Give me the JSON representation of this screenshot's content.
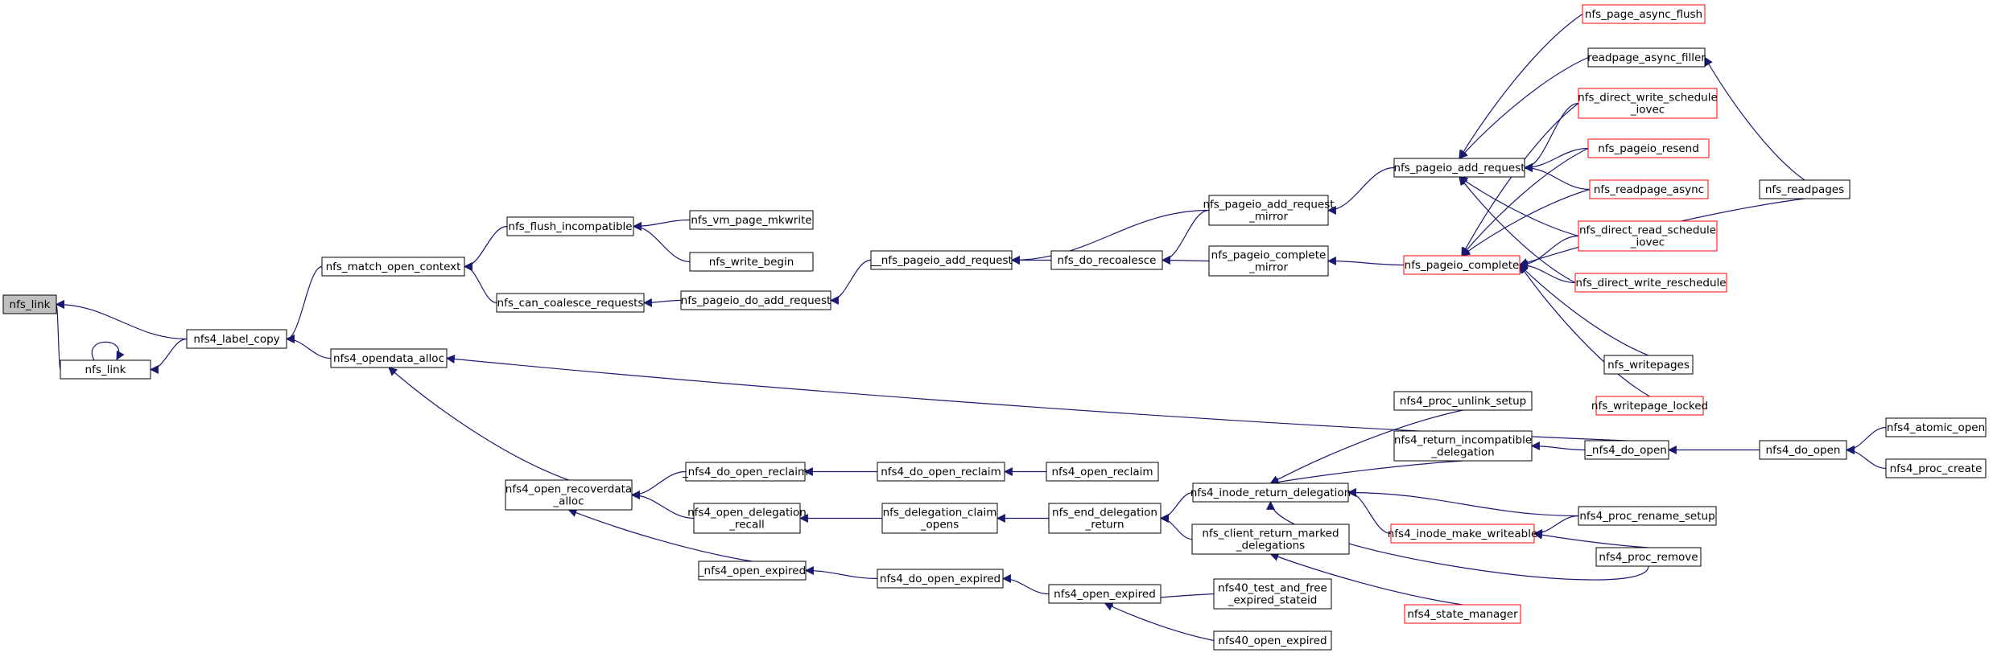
{
  "colors": {
    "edge": "#191970",
    "node_border": "#000000",
    "node_border_truncated": "#ff0000",
    "node_fill": "#ffffff",
    "root_fill": "#bfbfbf"
  },
  "nodes": [
    {
      "id": "root",
      "lines": [
        "nfs_link"
      ],
      "style": "root"
    },
    {
      "id": "nfs_link2",
      "lines": [
        "nfs_link"
      ],
      "style": "normal"
    },
    {
      "id": "label_copy",
      "lines": [
        "nfs4_label_copy"
      ],
      "style": "normal"
    },
    {
      "id": "match_ctx",
      "lines": [
        "nfs_match_open_context"
      ],
      "style": "normal"
    },
    {
      "id": "opendata_alloc",
      "lines": [
        "nfs4_opendata_alloc"
      ],
      "style": "normal"
    },
    {
      "id": "flush_incompat",
      "lines": [
        "nfs_flush_incompatible"
      ],
      "style": "normal"
    },
    {
      "id": "can_coalesce",
      "lines": [
        "nfs_can_coalesce_requests"
      ],
      "style": "normal"
    },
    {
      "id": "vm_mkwrite",
      "lines": [
        "nfs_vm_page_mkwrite"
      ],
      "style": "normal"
    },
    {
      "id": "write_begin",
      "lines": [
        "nfs_write_begin"
      ],
      "style": "normal"
    },
    {
      "id": "do_add_req",
      "lines": [
        "nfs_pageio_do_add_request"
      ],
      "style": "normal"
    },
    {
      "id": "__add_req",
      "lines": [
        "__nfs_pageio_add_request"
      ],
      "style": "normal"
    },
    {
      "id": "do_recoalesce",
      "lines": [
        "nfs_do_recoalesce"
      ],
      "style": "normal"
    },
    {
      "id": "add_req_mirror",
      "lines": [
        "nfs_pageio_add_request",
        "_mirror"
      ],
      "style": "normal"
    },
    {
      "id": "complete_mirror",
      "lines": [
        "nfs_pageio_complete",
        "_mirror"
      ],
      "style": "normal"
    },
    {
      "id": "add_req",
      "lines": [
        "nfs_pageio_add_request"
      ],
      "style": "normal"
    },
    {
      "id": "complete",
      "lines": [
        "nfs_pageio_complete"
      ],
      "style": "truncated"
    },
    {
      "id": "async_flush",
      "lines": [
        "nfs_page_async_flush"
      ],
      "style": "truncated"
    },
    {
      "id": "async_filler",
      "lines": [
        "readpage_async_filler"
      ],
      "style": "normal"
    },
    {
      "id": "dw_sched_iovec",
      "lines": [
        "nfs_direct_write_schedule",
        "_iovec"
      ],
      "style": "truncated"
    },
    {
      "id": "resend",
      "lines": [
        "nfs_pageio_resend"
      ],
      "style": "truncated"
    },
    {
      "id": "readpage_async",
      "lines": [
        "nfs_readpage_async"
      ],
      "style": "truncated"
    },
    {
      "id": "dr_sched_iovec",
      "lines": [
        "nfs_direct_read_schedule",
        "_iovec"
      ],
      "style": "truncated"
    },
    {
      "id": "dw_resched",
      "lines": [
        "nfs_direct_write_reschedule"
      ],
      "style": "truncated"
    },
    {
      "id": "writepages",
      "lines": [
        "nfs_writepages"
      ],
      "style": "normal"
    },
    {
      "id": "writepage_locked",
      "lines": [
        "nfs_writepage_locked"
      ],
      "style": "truncated"
    },
    {
      "id": "readpages",
      "lines": [
        "nfs_readpages"
      ],
      "style": "normal"
    },
    {
      "id": "open_recover",
      "lines": [
        "nfs4_open_recoverdata",
        "_alloc"
      ],
      "style": "normal"
    },
    {
      "id": "_do_open_reclaim",
      "lines": [
        "_nfs4_do_open_reclaim"
      ],
      "style": "normal"
    },
    {
      "id": "open_deleg_recall",
      "lines": [
        "nfs4_open_delegation",
        "_recall"
      ],
      "style": "normal"
    },
    {
      "id": "_open_expired",
      "lines": [
        "_nfs4_open_expired"
      ],
      "style": "normal"
    },
    {
      "id": "do_open_reclaim",
      "lines": [
        "nfs4_do_open_reclaim"
      ],
      "style": "normal"
    },
    {
      "id": "deleg_claim",
      "lines": [
        "nfs_delegation_claim",
        "_opens"
      ],
      "style": "normal"
    },
    {
      "id": "do_open_expired",
      "lines": [
        "nfs4_do_open_expired"
      ],
      "style": "normal"
    },
    {
      "id": "open_reclaim",
      "lines": [
        "nfs4_open_reclaim"
      ],
      "style": "normal"
    },
    {
      "id": "end_deleg",
      "lines": [
        "nfs_end_delegation",
        "_return"
      ],
      "style": "normal"
    },
    {
      "id": "open_expired",
      "lines": [
        "nfs4_open_expired"
      ],
      "style": "normal"
    },
    {
      "id": "inode_return",
      "lines": [
        "nfs4_inode_return_delegation"
      ],
      "style": "normal"
    },
    {
      "id": "client_return",
      "lines": [
        "nfs_client_return_marked",
        "_delegations"
      ],
      "style": "normal"
    },
    {
      "id": "test_free",
      "lines": [
        "nfs40_test_and_free",
        "_expired_stateid"
      ],
      "style": "normal"
    },
    {
      "id": "nfs40_open_exp",
      "lines": [
        "nfs40_open_expired"
      ],
      "style": "normal"
    },
    {
      "id": "unlink_setup",
      "lines": [
        "nfs4_proc_unlink_setup"
      ],
      "style": "normal"
    },
    {
      "id": "return_incompat",
      "lines": [
        "nfs4_return_incompatible",
        "_delegation"
      ],
      "style": "normal"
    },
    {
      "id": "make_writeable",
      "lines": [
        "nfs4_inode_make_writeable"
      ],
      "style": "truncated"
    },
    {
      "id": "state_manager",
      "lines": [
        "nfs4_state_manager"
      ],
      "style": "truncated"
    },
    {
      "id": "_do_open",
      "lines": [
        "_nfs4_do_open"
      ],
      "style": "normal"
    },
    {
      "id": "rename_setup",
      "lines": [
        "nfs4_proc_rename_setup"
      ],
      "style": "normal"
    },
    {
      "id": "proc_remove",
      "lines": [
        "nfs4_proc_remove"
      ],
      "style": "normal"
    },
    {
      "id": "do_open",
      "lines": [
        "nfs4_do_open"
      ],
      "style": "normal"
    },
    {
      "id": "atomic_open",
      "lines": [
        "nfs4_atomic_open"
      ],
      "style": "normal"
    },
    {
      "id": "proc_create",
      "lines": [
        "nfs4_proc_create"
      ],
      "style": "normal"
    }
  ],
  "edges": [
    {
      "from": "nfs_link2",
      "to": "root"
    },
    {
      "from": "label_copy",
      "to": "root"
    },
    {
      "from": "nfs_link2",
      "to": "nfs_link2"
    },
    {
      "from": "label_copy",
      "to": "nfs_link2"
    },
    {
      "from": "match_ctx",
      "to": "label_copy"
    },
    {
      "from": "opendata_alloc",
      "to": "label_copy"
    },
    {
      "from": "flush_incompat",
      "to": "match_ctx"
    },
    {
      "from": "can_coalesce",
      "to": "match_ctx"
    },
    {
      "from": "vm_mkwrite",
      "to": "flush_incompat"
    },
    {
      "from": "write_begin",
      "to": "flush_incompat"
    },
    {
      "from": "do_add_req",
      "to": "can_coalesce"
    },
    {
      "from": "__add_req",
      "to": "do_add_req"
    },
    {
      "from": "add_req_mirror",
      "to": "__add_req"
    },
    {
      "from": "do_recoalesce",
      "to": "__add_req"
    },
    {
      "from": "add_req_mirror",
      "to": "do_recoalesce"
    },
    {
      "from": "complete_mirror",
      "to": "do_recoalesce"
    },
    {
      "from": "add_req",
      "to": "add_req_mirror"
    },
    {
      "from": "complete",
      "to": "complete_mirror"
    },
    {
      "from": "async_flush",
      "to": "add_req"
    },
    {
      "from": "async_filler",
      "to": "add_req"
    },
    {
      "from": "dw_sched_iovec",
      "to": "add_req"
    },
    {
      "from": "resend",
      "to": "add_req"
    },
    {
      "from": "readpage_async",
      "to": "add_req"
    },
    {
      "from": "dr_sched_iovec",
      "to": "add_req"
    },
    {
      "from": "dw_resched",
      "to": "add_req"
    },
    {
      "from": "dw_sched_iovec",
      "to": "complete"
    },
    {
      "from": "resend",
      "to": "complete"
    },
    {
      "from": "readpage_async",
      "to": "complete"
    },
    {
      "from": "dr_sched_iovec",
      "to": "complete"
    },
    {
      "from": "dw_resched",
      "to": "complete"
    },
    {
      "from": "readpages",
      "to": "complete"
    },
    {
      "from": "writepages",
      "to": "complete"
    },
    {
      "from": "writepage_locked",
      "to": "complete"
    },
    {
      "from": "readpages",
      "to": "async_filler"
    },
    {
      "from": "_do_open",
      "to": "opendata_alloc"
    },
    {
      "from": "open_recover",
      "to": "opendata_alloc"
    },
    {
      "from": "_do_open_reclaim",
      "to": "open_recover"
    },
    {
      "from": "open_deleg_recall",
      "to": "open_recover"
    },
    {
      "from": "_open_expired",
      "to": "open_recover"
    },
    {
      "from": "do_open_reclaim",
      "to": "_do_open_reclaim"
    },
    {
      "from": "open_reclaim",
      "to": "do_open_reclaim"
    },
    {
      "from": "deleg_claim",
      "to": "open_deleg_recall"
    },
    {
      "from": "end_deleg",
      "to": "deleg_claim"
    },
    {
      "from": "inode_return",
      "to": "end_deleg"
    },
    {
      "from": "client_return",
      "to": "end_deleg"
    },
    {
      "from": "do_open_expired",
      "to": "_open_expired"
    },
    {
      "from": "open_expired",
      "to": "do_open_expired"
    },
    {
      "from": "test_free",
      "to": "open_expired"
    },
    {
      "from": "nfs40_open_exp",
      "to": "open_expired"
    },
    {
      "from": "unlink_setup",
      "to": "inode_return"
    },
    {
      "from": "return_incompat",
      "to": "inode_return"
    },
    {
      "from": "make_writeable",
      "to": "inode_return"
    },
    {
      "from": "rename_setup",
      "to": "inode_return"
    },
    {
      "from": "proc_remove",
      "to": "inode_return"
    },
    {
      "from": "state_manager",
      "to": "client_return"
    },
    {
      "from": "_do_open",
      "to": "return_incompat"
    },
    {
      "from": "rename_setup",
      "to": "make_writeable"
    },
    {
      "from": "proc_remove",
      "to": "make_writeable"
    },
    {
      "from": "do_open",
      "to": "_do_open"
    },
    {
      "from": "atomic_open",
      "to": "do_open"
    },
    {
      "from": "proc_create",
      "to": "do_open"
    }
  ]
}
